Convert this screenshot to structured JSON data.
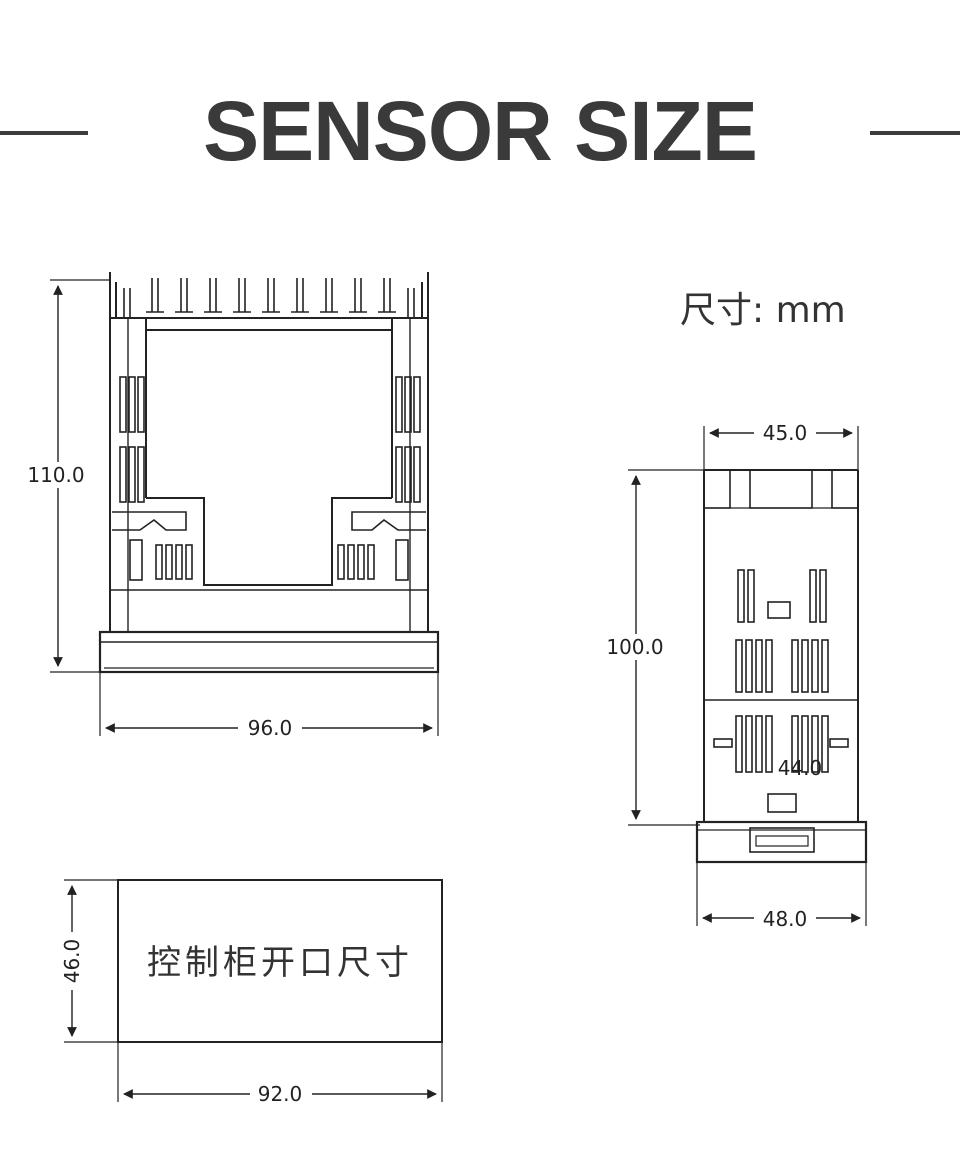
{
  "title": "SENSOR SIZE",
  "unit_label": "尺寸: mm",
  "front_view": {
    "width": "96.0",
    "height": "110.0"
  },
  "side_view": {
    "top_width": "45.0",
    "height": "100.0",
    "depth": "44.0",
    "bottom_width": "48.0"
  },
  "panel_cutout": {
    "label": "控制柜开口尺寸",
    "width": "92.0",
    "height": "46.0"
  },
  "colors": {
    "line": "#222222",
    "title": "#3a3a3a",
    "background": "#ffffff"
  }
}
